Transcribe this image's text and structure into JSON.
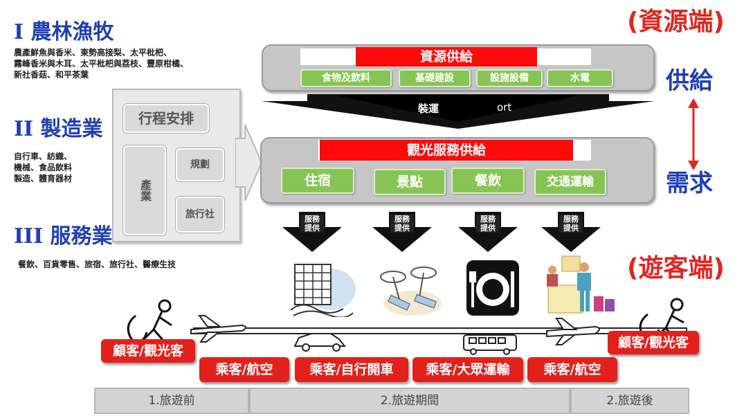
{
  "industries": [
    {
      "title": "I 農林漁牧",
      "desc": "農產鮮魚與香米、東勢高接梨、太平枇杷、\n霧峰香米與木耳、太平枇杷與荔枝、豐原柑橘、\n新社香菇、和平茶葉"
    },
    {
      "title": "II 製造業",
      "desc": "自行車、紡織、\n機械、食品飲料\n製造、體育器材"
    },
    {
      "title": "III 服務業",
      "desc": "餐飲、百貨零售、旅宿、旅行社、醫療生技"
    }
  ],
  "agency": {
    "top": "行程安排",
    "left": "產業",
    "mid_top": "規劃",
    "mid_bottom": "旅行社"
  },
  "resource_panel": {
    "title": "資源供給",
    "items": [
      "食物及飲料",
      "基礎建設",
      "設施設備",
      "水電"
    ]
  },
  "transport_arrow": {
    "label": "裝運",
    "suffix": "ort"
  },
  "tourism_panel": {
    "title": "觀光服務供給",
    "items": [
      "住宿",
      "景點",
      "餐飲",
      "交通運輸"
    ]
  },
  "down_arrows": [
    "服務\n提供",
    "服務\n提供",
    "服務\n提供",
    "服務\n提供"
  ],
  "right_labels": {
    "resource_end": "(資源端)",
    "supply": "供給",
    "demand": "需求",
    "visitor_end": "(遊客端)"
  },
  "passengers": {
    "left": "顧客/觀光客",
    "p1": "乘客/航空",
    "p2": "乘客/自行開車",
    "p3": "乘客/大眾運輸",
    "p4": "乘客/航空",
    "right": "顧客/觀光客"
  },
  "timeline": [
    "1.旅遊前",
    "2.旅遊期間",
    "2.旅遊後"
  ],
  "colors": {
    "red": "#ff0a0a",
    "green": "#86c553",
    "blue": "#1f3fb5",
    "panel_gray": "#c6c6c6"
  }
}
